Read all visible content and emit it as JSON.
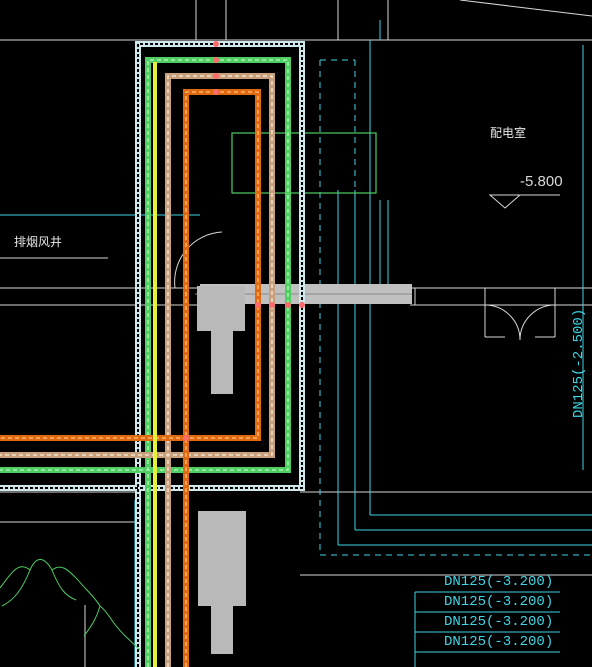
{
  "labels": {
    "distribution_room": "配电室",
    "elevation": "-5.800",
    "smoke_shaft": "排烟风井",
    "pipe_vertical": "DN125(-2.500)",
    "pipe_stack": [
      "DN125(-3.200)",
      "DN125(-3.200)",
      "DN125(-3.200)",
      "DN125(-3.200)"
    ]
  },
  "colors": {
    "background": "#000000",
    "wall_line": "#d8d8d8",
    "cyan_line": "#3fd6e6",
    "pipe_orange": "#e06a12",
    "pipe_green": "#4fcf62",
    "pipe_tan": "#c8a07c",
    "pipe_yellow": "#e6f23a",
    "pipe_white": "#cfe7ea",
    "joint_marker": "#ff6a6a",
    "column_fill": "#b9b9b9"
  }
}
